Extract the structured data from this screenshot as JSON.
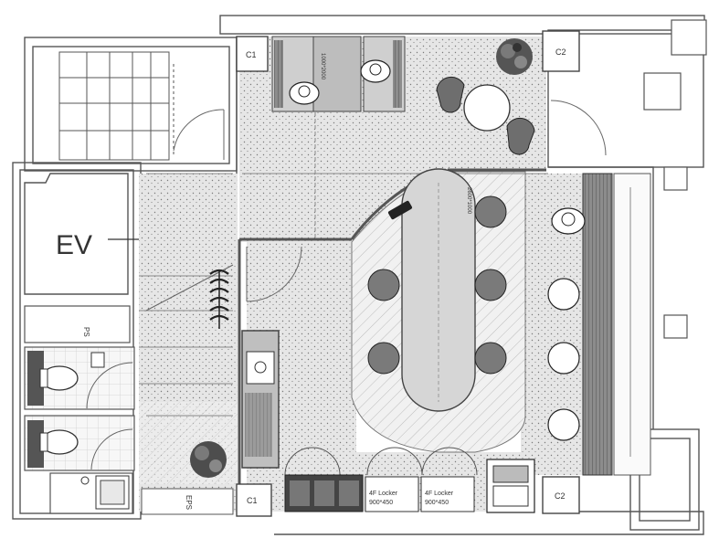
{
  "labels": {
    "elevator": "EV",
    "pipe_shaft": "PS",
    "eps": "EPS",
    "column_c1_top": "C1",
    "column_c2_top": "C2",
    "column_c1_bottom": "C1",
    "column_c2_bottom": "C2",
    "locker_a_name": "4F Locker",
    "locker_a_size": "900*450",
    "locker_b_name": "4F Locker",
    "locker_b_size": "900*450",
    "counter_dim_top": "1000*2000",
    "counter_dim_right": "2600*1000"
  },
  "colors": {
    "wall": "#6b6b6b",
    "wall_dark": "#4a4a4a",
    "floor_dotted": "#d9d9d9",
    "hatch": "#bdbdbd",
    "chair": "#7d7d7d",
    "bench": "#6f6f6f",
    "plant": "#5a5a5a"
  }
}
